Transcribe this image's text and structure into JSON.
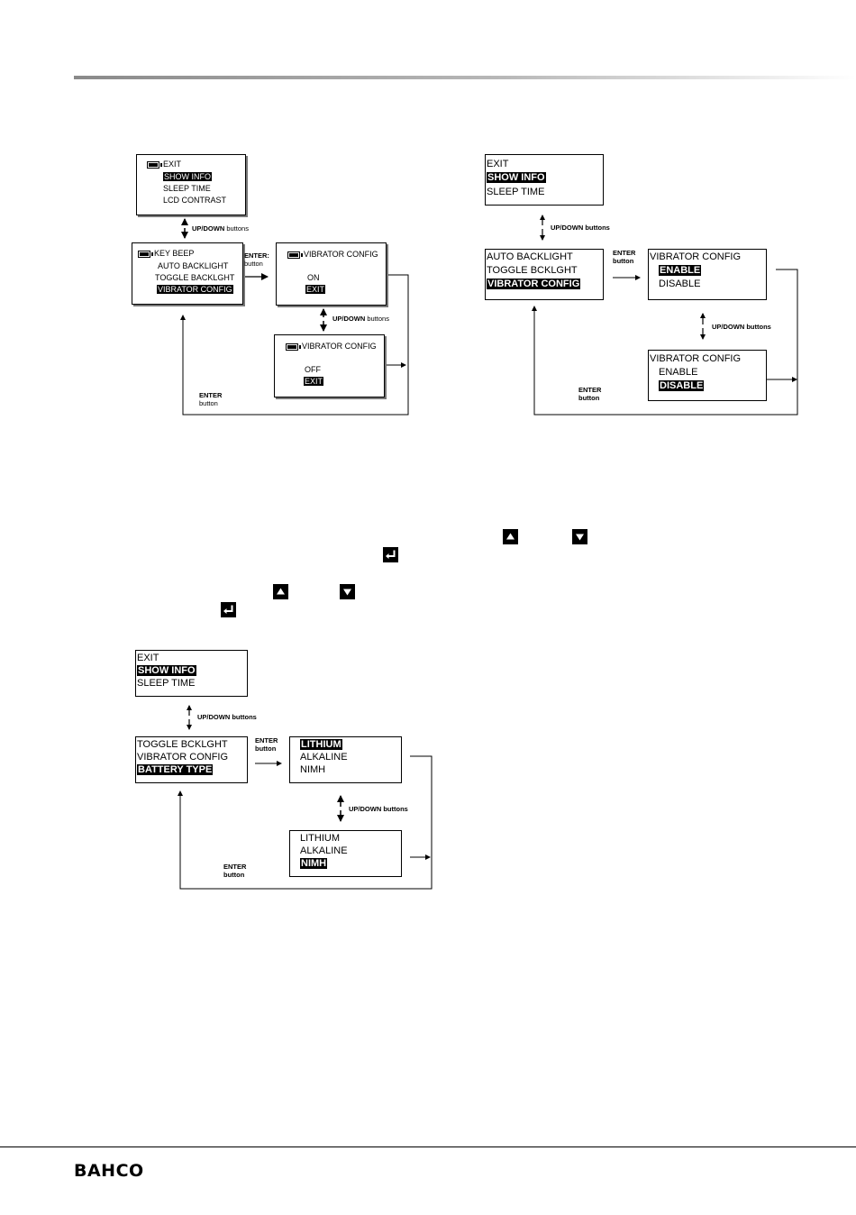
{
  "header": {
    "rule_color": "#8a8a8a"
  },
  "diagram_a": {
    "screen1": {
      "lines": [
        "EXIT",
        "SHOW INFO",
        "SLEEP TIME",
        "LCD CONTRAST"
      ]
    },
    "updown_label": "UP/DOWN",
    "updown_suffix": "buttons",
    "screen2": {
      "lines": [
        "KEY BEEP",
        "AUTO BACKLIGHT",
        "TOGGLE BACKLGHT",
        "VIBRATOR CONFIG"
      ]
    },
    "enter_label": "ENTER:",
    "enter_suffix": "button",
    "screen3": {
      "title": "VIBRATOR CONFIG",
      "value": "ON",
      "exit": "EXIT"
    },
    "updown2_label": "UP/DOWN",
    "updown2_suffix": "buttons",
    "screen4": {
      "title": "VIBRATOR CONFIG",
      "value": "OFF",
      "exit": "EXIT"
    },
    "return_label": "ENTER",
    "return_suffix": "button"
  },
  "diagram_b": {
    "screen1": {
      "lines": [
        "EXIT",
        "SHOW INFO",
        "SLEEP TIME"
      ]
    },
    "updown_label": "UP/DOWN buttons",
    "screen2": {
      "lines": [
        "AUTO BACKLIGHT",
        "TOGGLE BCKLGHT",
        "VIBRATOR CONFIG"
      ]
    },
    "enter_label": "ENTER",
    "enter_suffix": "button",
    "screen3": {
      "title": "VIBRATOR CONFIG",
      "opt1": "ENABLE",
      "opt2": "DISABLE"
    },
    "updown2_label": "UP/DOWN buttons",
    "screen4": {
      "title": "VIBRATOR CONFIG",
      "opt1": "ENABLE",
      "opt2": "DISABLE"
    },
    "return_label": "ENTER",
    "return_suffix": "button"
  },
  "keys": {
    "up_icon": "up-arrow-key-icon",
    "down_icon": "down-arrow-key-icon",
    "enter_icon": "enter-key-icon"
  },
  "diagram_c": {
    "screen1": {
      "lines": [
        "EXIT",
        "SHOW INFO",
        "SLEEP TIME"
      ]
    },
    "updown_label": "UP/DOWN buttons",
    "screen2": {
      "lines": [
        "TOGGLE BCKLGHT",
        "VIBRATOR CONFIG",
        "BATTERY TYPE"
      ]
    },
    "enter_label": "ENTER",
    "enter_suffix": "button",
    "screen3": {
      "lines": [
        "LITHIUM",
        "ALKALINE",
        "NIMH"
      ]
    },
    "updown2_label": "UP/DOWN buttons",
    "screen4": {
      "lines": [
        "LITHIUM",
        "ALKALINE",
        "NIMH"
      ]
    },
    "return_label": "ENTER",
    "return_suffix": "button"
  },
  "footer": {
    "logo_text": "BAHCO"
  }
}
